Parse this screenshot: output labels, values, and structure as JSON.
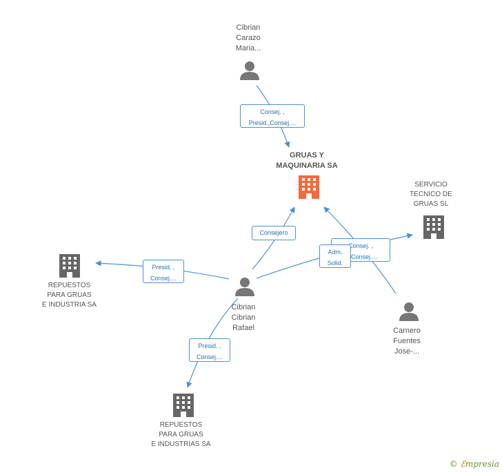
{
  "nodes": {
    "gruas_maquinaria": "GRUAS Y\nMAQUINARIA SA",
    "cibrian_carazo": "Cibrian\nCarazo\nMaria...",
    "servicio_tecnico": "SERVICIO\nTECNICO DE\nGRUAS SL",
    "repuestos_sa": "REPUESTOS\nPARA GRUAS\nE INDUSTRIA SA",
    "cibrian_rafael": "Cibrian\nCibrian\nRafael",
    "carnero_fuentes": "Carnero\nFuentes\nJose-...",
    "repuestos_sas": "REPUESTOS\nPARA GRUAS\nE INDUSTRIAS SA"
  },
  "edges": {
    "carazo_to_gruas": "Consej. ,\nPresid.,Consej....",
    "rafael_to_gruas": "Consejero",
    "carnero_to_gruas": "Consej. ,\n...,Consej....",
    "rafael_to_servicio": "Adm.\nSolid.",
    "rafael_to_repuestos_sa": "Presid. ,\nConsej....",
    "rafael_to_repuestos_sas": "Presid. ,\nConsej...."
  },
  "icons": {
    "person": "person-icon",
    "building": "building-icon",
    "main_building": "building-icon"
  },
  "colors": {
    "edge": "#4a90d9",
    "person": "#777777",
    "building": "#666666",
    "main_building": "#f26a3d"
  },
  "brand": {
    "symbol": "©",
    "first_letter": "ℰ",
    "name": "mpresia"
  }
}
